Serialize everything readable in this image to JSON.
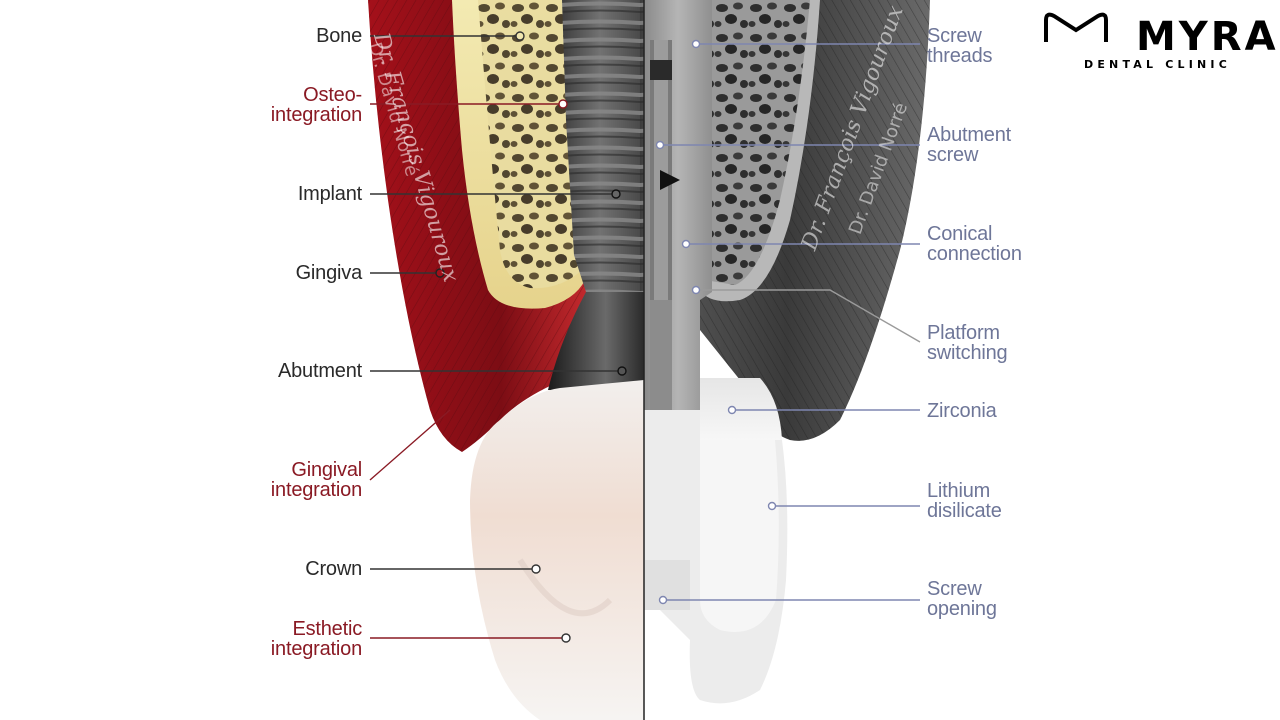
{
  "brand": {
    "name": "MYRA",
    "subtitle": "DENTAL CLINIC"
  },
  "credits": {
    "author1": "Dr. François Vigouroux",
    "author2": "Dr. David Norré"
  },
  "left_labels": [
    {
      "text": "Bone",
      "color": "#2a2a2a"
    },
    {
      "text": "Osteo-\nintegration",
      "color": "#8a1a24"
    },
    {
      "text": "Implant",
      "color": "#2a2a2a"
    },
    {
      "text": "Gingiva",
      "color": "#2a2a2a"
    },
    {
      "text": "Abutment",
      "color": "#2a2a2a"
    },
    {
      "text": "Gingival\nintegration",
      "color": "#8a1a24"
    },
    {
      "text": "Crown",
      "color": "#2a2a2a"
    },
    {
      "text": "Esthetic\nintegration",
      "color": "#8a1a24"
    }
  ],
  "right_labels": [
    {
      "text": "Screw\nthreads",
      "color": "#6e7698"
    },
    {
      "text": "Abutment\nscrew",
      "color": "#6e7698"
    },
    {
      "text": "Conical\nconnection",
      "color": "#6e7698"
    },
    {
      "text": "Platform\nswitching",
      "color": "#6e7698"
    },
    {
      "text": "Zirconia",
      "color": "#6e7698"
    },
    {
      "text": "Lithium\ndisilicate",
      "color": "#6e7698"
    },
    {
      "text": "Screw\nopening",
      "color": "#6e7698"
    }
  ]
}
